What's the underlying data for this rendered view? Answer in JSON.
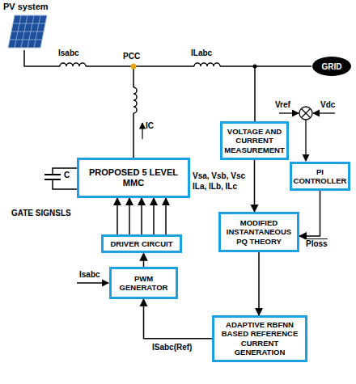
{
  "diagram": {
    "nodes": [
      {
        "text": [
          "PV system"
        ]
      },
      {
        "text": [
          "GRID"
        ]
      },
      {
        "text": [
          "PROPOSED 5 LEVEL MMC"
        ]
      },
      {
        "text": [
          "VOLTAGE AND CURRENT MEASUREMENT"
        ]
      },
      {
        "text": [
          "PI CONTROLLER"
        ]
      },
      {
        "text": [
          "DRIVER CIRCUIT"
        ]
      },
      {
        "text": [
          "MODIFIED INSTANTANEOUS PQ THEORY"
        ]
      },
      {
        "text": [
          "PWM GENERATOR"
        ]
      },
      {
        "text": [
          "ADAPTIVE RBFNN BASED REFERENCE CURRENT GENERATION"
        ]
      }
    ],
    "edges": [
      {
        "from": 0,
        "to": 1,
        "arrow": "none"
      },
      {
        "from": 3,
        "to": 6,
        "arrow": "to"
      },
      {
        "from": 4,
        "to": 6,
        "arrow": "to",
        "label": "Ploss"
      },
      {
        "from": 6,
        "to": 8,
        "arrow": "to"
      },
      {
        "from": 8,
        "to": 7,
        "arrow": "to",
        "label": "ISabc(Ref)"
      },
      {
        "from": 7,
        "to": 5,
        "arrow": "to"
      },
      {
        "from": 5,
        "to": 2,
        "arrow": "to"
      }
    ],
    "labels": [
      "PCC",
      "Isabc",
      "ILabc",
      "IC",
      "C",
      "Vref",
      "Vdc",
      "GATE SIGNSLS",
      "Vsa, Vsb, Vsc",
      "ILa, ILb, ILc",
      "Isabc"
    ]
  }
}
